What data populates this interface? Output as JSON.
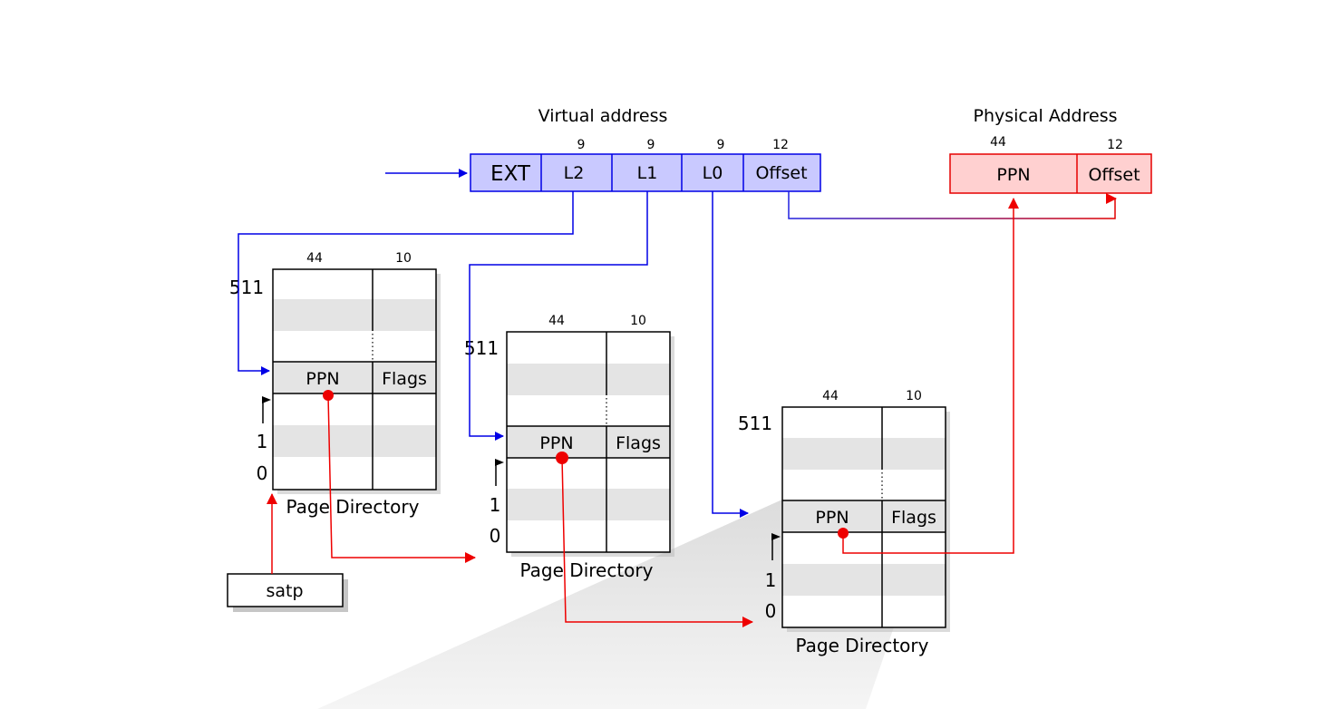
{
  "virtual_address": {
    "title": "Virtual address",
    "fields": [
      {
        "label": "EXT",
        "bits": ""
      },
      {
        "label": "L2",
        "bits": "9"
      },
      {
        "label": "L1",
        "bits": "9"
      },
      {
        "label": "L0",
        "bits": "9"
      },
      {
        "label": "Offset",
        "bits": "12"
      }
    ],
    "fill_color": "#c9c9ff",
    "border_color": "#0000e6"
  },
  "physical_address": {
    "title": "Physical Address",
    "fields": [
      {
        "label": "PPN",
        "bits": "44"
      },
      {
        "label": "Offset",
        "bits": "12"
      }
    ],
    "fill_color": "#ffd0d0",
    "border_color": "#e60000"
  },
  "page_directories": [
    {
      "caption": "Page Directory",
      "col_bits": [
        "44",
        "10"
      ],
      "entry_ppn": "PPN",
      "entry_flags": "Flags",
      "row_labels": [
        "511",
        "1",
        "0"
      ]
    },
    {
      "caption": "Page Directory",
      "col_bits": [
        "44",
        "10"
      ],
      "entry_ppn": "PPN",
      "entry_flags": "Flags",
      "row_labels": [
        "511",
        "1",
        "0"
      ]
    },
    {
      "caption": "Page Directory",
      "col_bits": [
        "44",
        "10"
      ],
      "entry_ppn": "PPN",
      "entry_flags": "Flags",
      "row_labels": [
        "511",
        "1",
        "0"
      ]
    }
  ],
  "satp": {
    "label": "satp"
  },
  "colors": {
    "stripe": "#e4e4e4",
    "pointer_red": "#ee0000",
    "index_blue": "#0000e6"
  }
}
